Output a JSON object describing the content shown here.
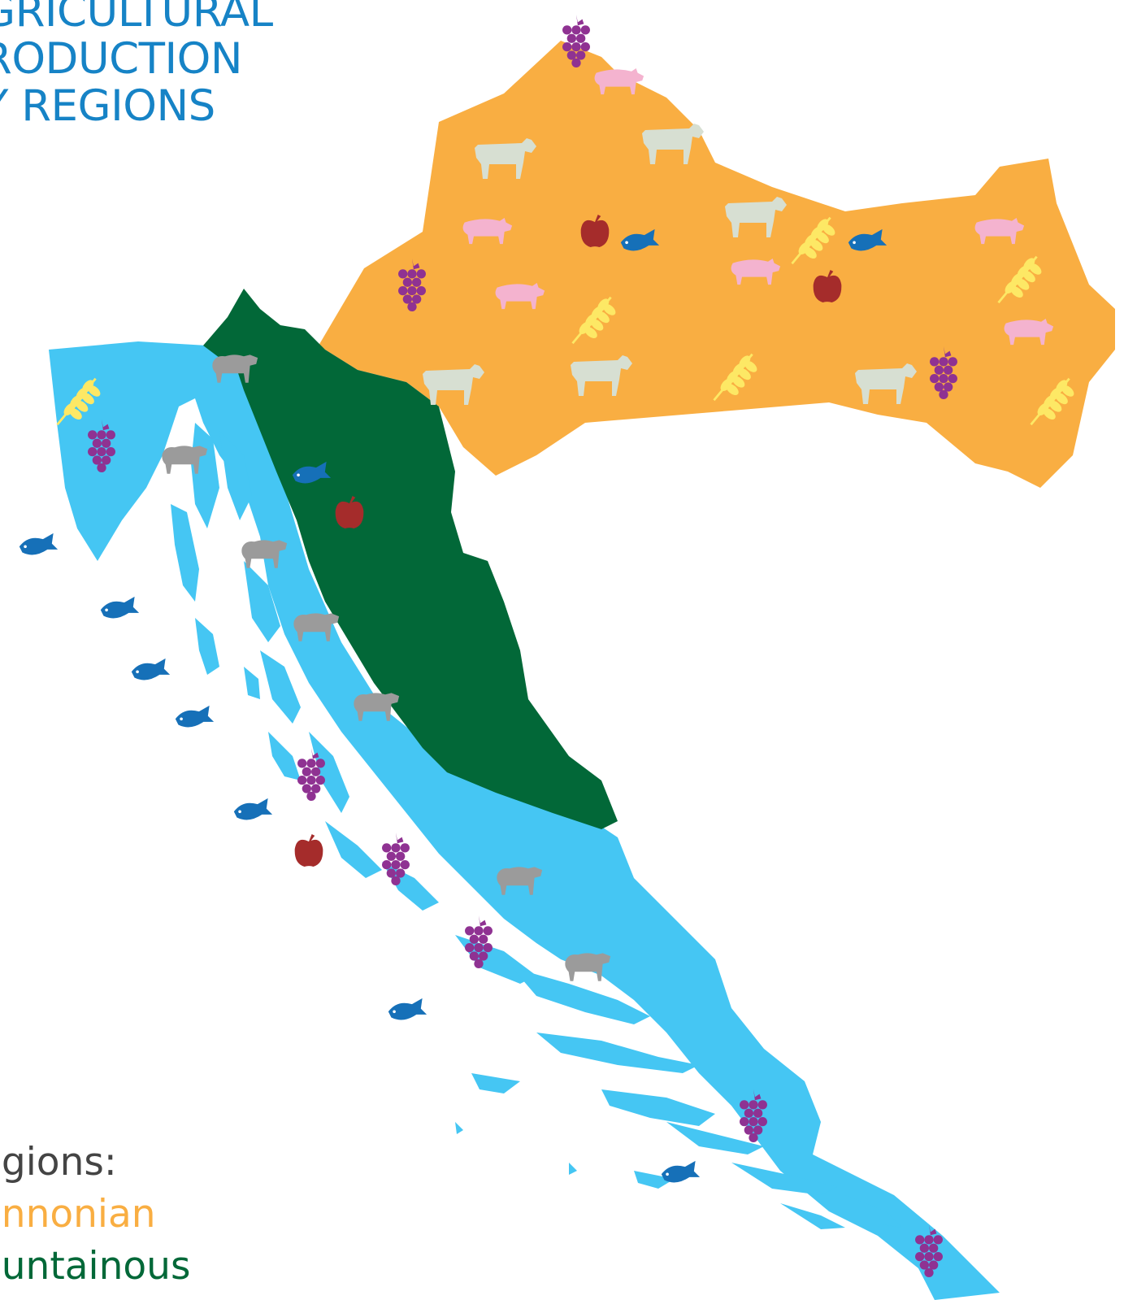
{
  "title": {
    "line1": "GRICULTURAL",
    "line2": "RODUCTION",
    "line3": "Y REGIONS"
  },
  "legend": {
    "heading": "egions:",
    "items": [
      {
        "label": "annonian",
        "color": "#f9ae42"
      },
      {
        "label": "ountainous",
        "color": "#026838"
      }
    ]
  },
  "colors": {
    "title": "#1683c6",
    "pannonian": "#f9ae42",
    "mountainous": "#026838",
    "adriatic": "#45c6f3",
    "cow": "#d7dfd2",
    "pig": "#f4b3cf",
    "sheep": "#9b9b9b",
    "grape": "#8f3292",
    "wheat": "#fde865",
    "apple": "#a52c2b",
    "fish": "#1670b8"
  },
  "icons": [
    "grape-icon",
    "cow-icon",
    "pig-icon",
    "wheat-icon",
    "apple-icon",
    "fish-icon",
    "sheep-icon"
  ]
}
